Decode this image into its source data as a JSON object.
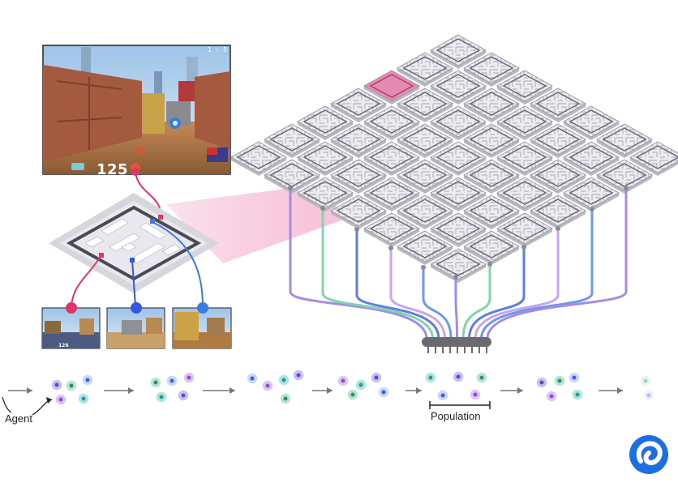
{
  "labels": {
    "agent": "Agent",
    "population": "Population"
  },
  "game_view": {
    "score": "125",
    "timer": "1 : 5 1",
    "mini_score": "126"
  },
  "colors": {
    "agent_red": "#e0336b",
    "agent_blue_dark": "#3358e0",
    "agent_blue": "#3a7be0",
    "pink_highlight": "#f3a8c8",
    "line_purple": "#a58be6",
    "line_green": "#7fd6a8",
    "line_blue": "#5a7fe0",
    "board_grey": "#d9d9de",
    "connector_grey": "#6b6b6f",
    "logo_blue": "#1c6fe0"
  },
  "icons": {
    "logo": "spiral-logo-icon",
    "arrow": "arrow-right-icon",
    "agent": "agent-circle-icon"
  }
}
